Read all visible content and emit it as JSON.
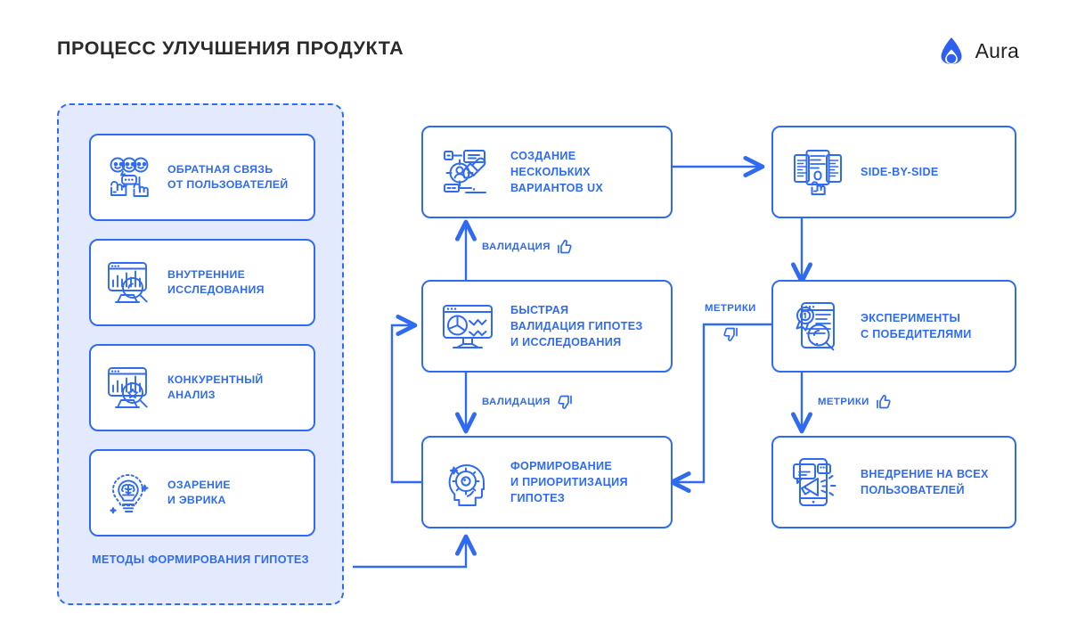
{
  "header": {
    "title": "ПРОЦЕСС УЛУЧШЕНИЯ ПРОДУКТА",
    "brand_name": "Aura",
    "brand_icon": "aura-logo-icon"
  },
  "colors": {
    "accent": "#2f6bf2",
    "group_fill": "#e3eafd",
    "title": "#2b2b2b",
    "card_bg": "#ffffff"
  },
  "methods_group": {
    "caption": "МЕТОДЫ ФОРМИРОВАНИЯ ГИПОТЕЗ",
    "cards": [
      {
        "label": "ОБРАТНАЯ СВЯЗЬ\nОТ ПОЛЬЗОВАТЕЛЕЙ",
        "icon": "user-feedback-icon"
      },
      {
        "label": "ВНУТРЕННИЕ\nИССЛЕДОВАНИЯ",
        "icon": "chart-magnifier-icon"
      },
      {
        "label": "КОНКУРЕНТНЫЙ\nАНАЛИЗ",
        "icon": "chart-magnifier-star-icon"
      },
      {
        "label": "ОЗАРЕНИЕ\nИ ЭВРИКА",
        "icon": "lightbulb-brain-icon"
      }
    ]
  },
  "flow": {
    "boxes": [
      {
        "id": "ux-variants",
        "label": "СОЗДАНИЕ\nНЕСКОЛЬКИХ\nВАРИАНТОВ UX",
        "icon": "ux-design-brush-icon"
      },
      {
        "id": "side-by-side",
        "label": "SIDE-BY-SIDE",
        "icon": "documents-hand-icon"
      },
      {
        "id": "fast-validation",
        "label": "БЫСТРАЯ\nВАЛИДАЦИЯ ГИПОТЕЗ\nИ ИССЛЕДОВАНИЯ",
        "icon": "monitor-analytics-icon"
      },
      {
        "id": "winner-experiments",
        "label": "ЭКСПЕРИМЕНТЫ\nС ПОБЕДИТЕЛЯМИ",
        "icon": "award-document-magnifier-icon"
      },
      {
        "id": "hypothesis-forming",
        "label": "ФОРМИРОВАНИЕ\nИ ПРИОРИТИЗАЦИЯ\nГИПОТЕЗ",
        "icon": "head-gear-icon"
      },
      {
        "id": "rollout-all-users",
        "label": "ВНЕДРЕНИЕ НА ВСЕХ\nПОЛЬЗОВАТЕЛЕЙ",
        "icon": "phone-megaphone-icon"
      }
    ],
    "edge_labels": [
      {
        "id": "validation-up",
        "text": "ВАЛИДАЦИЯ",
        "icon": "thumbs-up-icon"
      },
      {
        "id": "validation-down",
        "text": "ВАЛИДАЦИЯ",
        "icon": "thumbs-down-icon"
      },
      {
        "id": "metrics-down",
        "text": "МЕТРИКИ",
        "icon": "thumbs-down-icon"
      },
      {
        "id": "metrics-up",
        "text": "МЕТРИКИ",
        "icon": "thumbs-up-icon"
      }
    ]
  }
}
